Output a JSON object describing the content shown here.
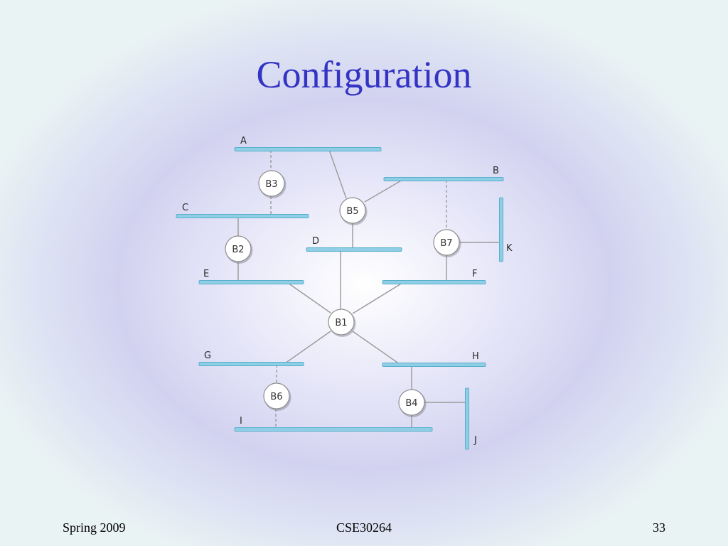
{
  "slide": {
    "title": "Configuration",
    "footer_left": "Spring 2009",
    "footer_center": "CSE30264",
    "page_number": "33"
  },
  "diagram": {
    "lans": [
      "A",
      "B",
      "C",
      "D",
      "E",
      "F",
      "G",
      "H",
      "I",
      "J",
      "K"
    ],
    "bridges": [
      "B1",
      "B2",
      "B3",
      "B4",
      "B5",
      "B6",
      "B7"
    ],
    "colors": {
      "lan_fill": "#8ecfe6",
      "lan_edge": "#5aaecb",
      "link": "#9a9a9a",
      "bridge_fill": "#ffffff",
      "bridge_edge": "#8e8e8e"
    }
  }
}
